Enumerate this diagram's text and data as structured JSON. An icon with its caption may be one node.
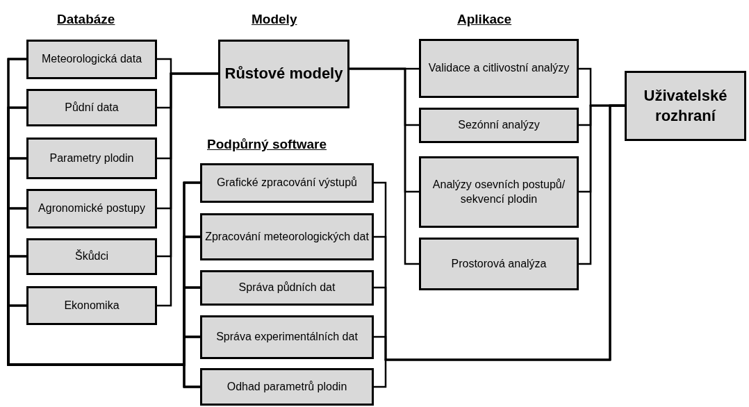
{
  "diagram": {
    "nodes": [
      {
        "text": [
          "Meteorologická data"
        ]
      },
      {
        "text": [
          "Půdní data"
        ]
      },
      {
        "text": [
          "Parametry plodin"
        ]
      },
      {
        "text": [
          "Agronomické postupy"
        ]
      },
      {
        "text": [
          "Škůdci"
        ]
      },
      {
        "text": [
          "Ekonomika"
        ]
      },
      {
        "text": [
          "Růstové modely"
        ]
      },
      {
        "text": [
          "Validace a citlivostní analýzy"
        ]
      },
      {
        "text": [
          "Sezónní analýzy"
        ]
      },
      {
        "text": [
          "Analýzy osevních postupů/ sekvencí plodin"
        ]
      },
      {
        "text": [
          "Prostorová analýza"
        ]
      },
      {
        "text": [
          "Uživatelské rozhraní"
        ]
      },
      {
        "text": [
          "Grafické zpracování výstupů"
        ]
      },
      {
        "text": [
          "Zpracování meteorologických dat"
        ]
      },
      {
        "text": [
          "Správa půdních dat"
        ]
      },
      {
        "text": [
          "Správa experimentálních dat"
        ]
      },
      {
        "text": [
          "Odhad parametrů plodin"
        ]
      }
    ],
    "edges": [
      {
        "from": 0,
        "to": 6,
        "arrow": "none"
      },
      {
        "from": 1,
        "to": 6,
        "arrow": "none"
      },
      {
        "from": 2,
        "to": 6,
        "arrow": "none"
      },
      {
        "from": 3,
        "to": 6,
        "arrow": "none"
      },
      {
        "from": 4,
        "to": 6,
        "arrow": "none"
      },
      {
        "from": 5,
        "to": 6,
        "arrow": "none"
      },
      {
        "from": 6,
        "to": 7,
        "arrow": "none"
      },
      {
        "from": 6,
        "to": 8,
        "arrow": "none"
      },
      {
        "from": 6,
        "to": 9,
        "arrow": "none"
      },
      {
        "from": 6,
        "to": 10,
        "arrow": "none"
      },
      {
        "from": 7,
        "to": 11,
        "arrow": "none"
      },
      {
        "from": 8,
        "to": 11,
        "arrow": "none"
      },
      {
        "from": 9,
        "to": 11,
        "arrow": "none"
      },
      {
        "from": 10,
        "to": 11,
        "arrow": "none"
      },
      {
        "from": 0,
        "to": 12,
        "arrow": "none"
      },
      {
        "from": 0,
        "to": 13,
        "arrow": "none"
      },
      {
        "from": 0,
        "to": 14,
        "arrow": "none"
      },
      {
        "from": 0,
        "to": 15,
        "arrow": "none"
      },
      {
        "from": 0,
        "to": 16,
        "arrow": "none"
      },
      {
        "from": 1,
        "to": 12,
        "arrow": "none"
      },
      {
        "from": 1,
        "to": 13,
        "arrow": "none"
      },
      {
        "from": 1,
        "to": 14,
        "arrow": "none"
      },
      {
        "from": 1,
        "to": 15,
        "arrow": "none"
      },
      {
        "from": 1,
        "to": 16,
        "arrow": "none"
      },
      {
        "from": 2,
        "to": 12,
        "arrow": "none"
      },
      {
        "from": 2,
        "to": 13,
        "arrow": "none"
      },
      {
        "from": 2,
        "to": 14,
        "arrow": "none"
      },
      {
        "from": 2,
        "to": 15,
        "arrow": "none"
      },
      {
        "from": 2,
        "to": 16,
        "arrow": "none"
      },
      {
        "from": 3,
        "to": 12,
        "arrow": "none"
      },
      {
        "from": 3,
        "to": 13,
        "arrow": "none"
      },
      {
        "from": 3,
        "to": 14,
        "arrow": "none"
      },
      {
        "from": 3,
        "to": 15,
        "arrow": "none"
      },
      {
        "from": 3,
        "to": 16,
        "arrow": "none"
      },
      {
        "from": 4,
        "to": 12,
        "arrow": "none"
      },
      {
        "from": 4,
        "to": 13,
        "arrow": "none"
      },
      {
        "from": 4,
        "to": 14,
        "arrow": "none"
      },
      {
        "from": 4,
        "to": 15,
        "arrow": "none"
      },
      {
        "from": 4,
        "to": 16,
        "arrow": "none"
      },
      {
        "from": 5,
        "to": 12,
        "arrow": "none"
      },
      {
        "from": 5,
        "to": 13,
        "arrow": "none"
      },
      {
        "from": 5,
        "to": 14,
        "arrow": "none"
      },
      {
        "from": 5,
        "to": 15,
        "arrow": "none"
      },
      {
        "from": 5,
        "to": 16,
        "arrow": "none"
      },
      {
        "from": 12,
        "to": 11,
        "arrow": "none"
      },
      {
        "from": 13,
        "to": 11,
        "arrow": "none"
      },
      {
        "from": 14,
        "to": 11,
        "arrow": "none"
      },
      {
        "from": 15,
        "to": 11,
        "arrow": "none"
      },
      {
        "from": 16,
        "to": 11,
        "arrow": "none"
      }
    ],
    "labels": [
      "Databáze",
      "Modely",
      "Aplikace",
      "Podpůrný software"
    ]
  }
}
